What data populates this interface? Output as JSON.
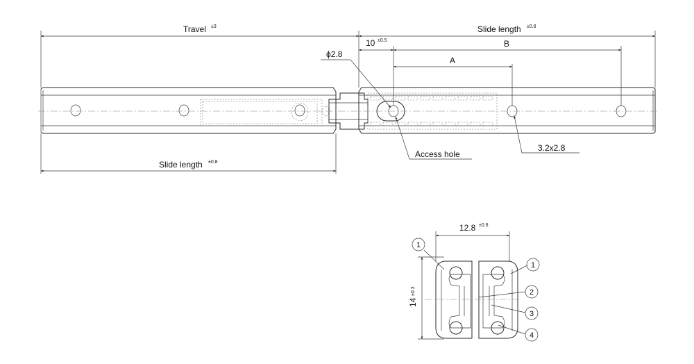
{
  "dimensions": {
    "travel": {
      "label": "Travel",
      "tolerance": "±3"
    },
    "slide_length_top": {
      "label": "Slide length",
      "tolerance": "±0.8"
    },
    "slide_length_bottom": {
      "label": "Slide length",
      "tolerance": "±0.8"
    },
    "offset_10": {
      "label": "10",
      "tolerance": "±0.5"
    },
    "dim_a": {
      "label": "A"
    },
    "dim_b": {
      "label": "B"
    },
    "hole_diameter": {
      "label": "ϕ2.8"
    },
    "slot_size": {
      "label": "3.2x2.8"
    },
    "access_hole": {
      "label": "Access hole"
    },
    "width": {
      "label": "12.8",
      "tolerance": "±0.6"
    },
    "height": {
      "label": "14",
      "tolerance": "±0.3"
    }
  },
  "callouts": [
    "1",
    "1",
    "2",
    "3",
    "4"
  ]
}
